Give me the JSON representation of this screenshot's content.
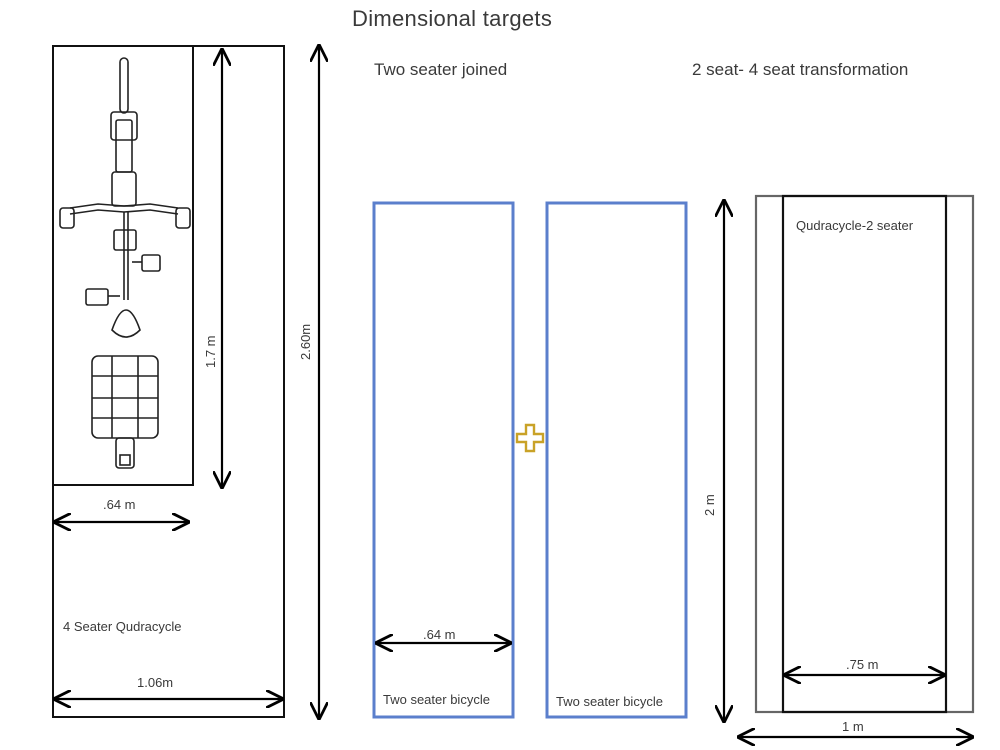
{
  "title": "Dimensional targets",
  "sections": {
    "joined": "Two seater joined",
    "transformation": "2 seat- 4 seat transformation"
  },
  "quadracycle_4": {
    "label": "4 Seater Qudracycle",
    "width_outer": "1.06m",
    "length_outer": "2.60m",
    "width_inner": ".64 m",
    "length_inner": "1.7 m"
  },
  "two_seater": {
    "left_label": "Two seater bicycle",
    "right_label": "Two seater bicycle",
    "width": ".64 m"
  },
  "quadracycle_2": {
    "label": "Qudracycle-2 seater",
    "inner_width": ".75 m",
    "outer_width": "1 m",
    "length": "2 m"
  },
  "colors": {
    "blue_outline": "#5b7fcc",
    "plus_fill": "#c9a227",
    "frame_grey": "#666666"
  }
}
